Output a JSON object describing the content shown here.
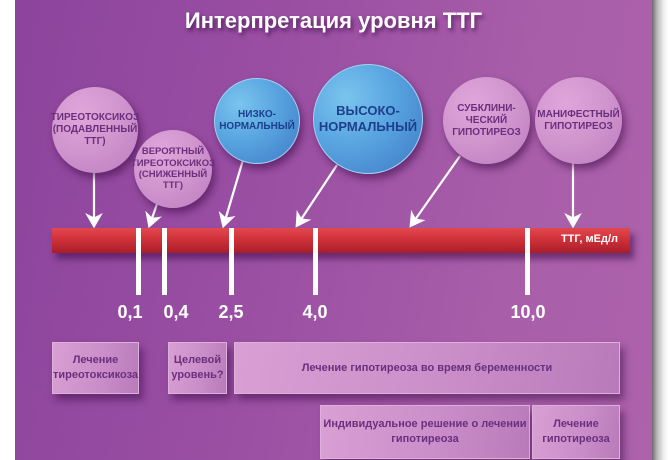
{
  "title": "Интерпретация уровня ТТГ",
  "colors": {
    "background": "#9a4fa3",
    "pink_circle": "#d296cf",
    "blue_circle": "#58a4e0",
    "bar": "#cf313a",
    "text_dark": "#6a2f7d",
    "text_blue": "#1d3f8c",
    "white": "#ffffff"
  },
  "categories": [
    {
      "label": "ТИРЕОТОКСИКОЗ\n(ПОДАВЛЕННЫЙ\nТТГ)",
      "style": "pink"
    },
    {
      "label": "ВЕРОЯТНЫЙ\nТИРЕОТОКСИКОЗ\n(СНИЖЕННЫЙ\nТТГ)",
      "style": "pink"
    },
    {
      "label": "НИЗКО-\nНОРМАЛЬНЫЙ",
      "style": "blue"
    },
    {
      "label": "ВЫСОКО-\nНОРМАЛЬНЫЙ",
      "style": "blue"
    },
    {
      "label": "СУБКЛИНИ-\nЧЕСКИЙ\nГИПОТИРЕОЗ",
      "style": "pink"
    },
    {
      "label": "МАНИФЕСТНЫЙ\nГИПОТИРЕОЗ",
      "style": "pink"
    }
  ],
  "scale": {
    "unit_label": "ТТГ, мЕд/л",
    "ticks": [
      "0,1",
      "0,4",
      "2,5",
      "4,0",
      "10,0"
    ]
  },
  "treatments": {
    "row1": [
      {
        "label": "Лечение\nтиреотоксикоза"
      },
      {
        "label": "Целевой\nуровень?"
      },
      {
        "label": "Лечение гипотиреоза во время беременности"
      }
    ],
    "row2": [
      {
        "label": "Индивидуальное решение о лечении\nгипотиреоза"
      },
      {
        "label": "Лечение\nгипотиреоза"
      }
    ]
  }
}
